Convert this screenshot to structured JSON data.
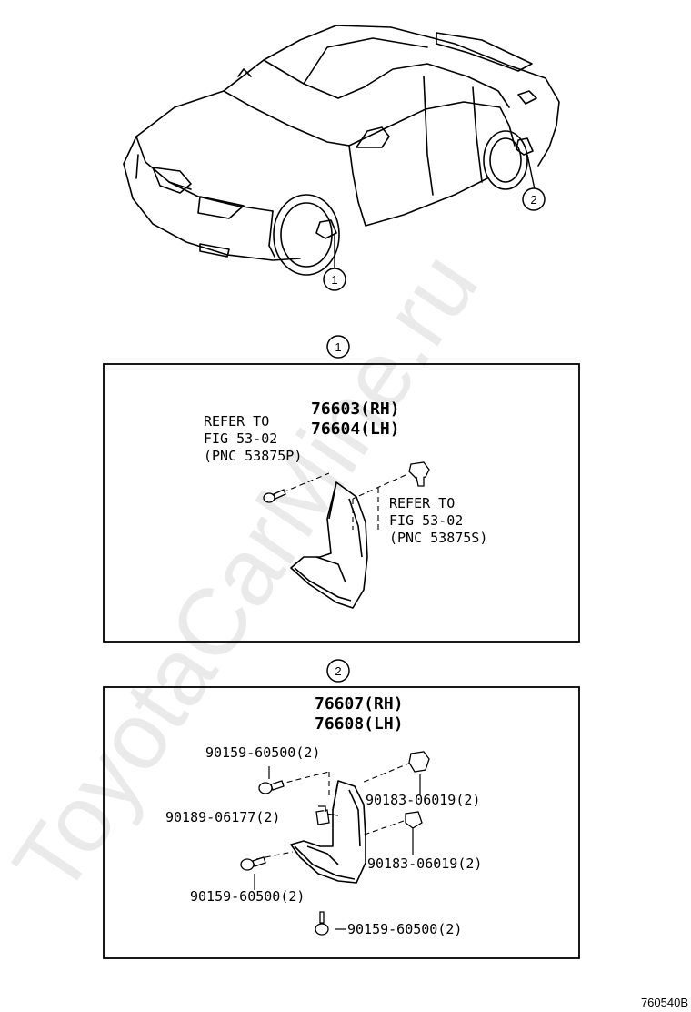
{
  "watermark": "ToyotaCarMine.ru",
  "callouts": {
    "one": "1",
    "two": "2"
  },
  "section1": {
    "part_rh": "76603(RH)",
    "part_lh": "76604(LH)",
    "ref_left": [
      "REFER TO",
      "FIG 53-02",
      "(PNC 53875P)"
    ],
    "ref_right": [
      "REFER TO",
      "FIG 53-02",
      "(PNC 53875S)"
    ]
  },
  "section2": {
    "part_rh": "76607(RH)",
    "part_lh": "76608(LH)",
    "labels": {
      "screw_top": "90159-60500(2)",
      "nut": "90189-06177(2)",
      "clip_upper": "90183-06019(2)",
      "clip_lower": "90183-06019(2)",
      "screw_bottom_left": "90159-60500(2)",
      "screw_bottom": "90159-60500(2)"
    }
  },
  "figure_code": "760540B"
}
